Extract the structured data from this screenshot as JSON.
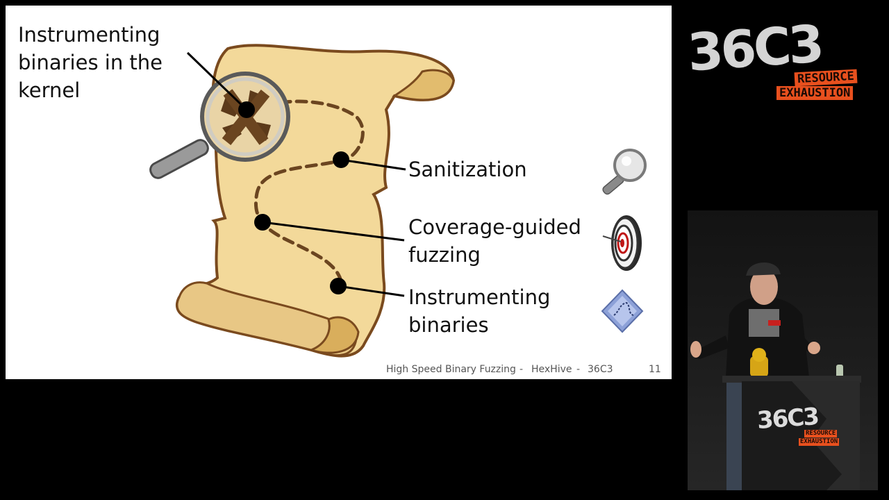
{
  "slide": {
    "labels": {
      "kernel_line1": "Instrumenting",
      "kernel_line2": "binaries in the",
      "kernel_line3": "kernel",
      "sanitization": "Sanitization",
      "coverage_line1": "Coverage-guided",
      "coverage_line2": "fuzzing",
      "instrumenting_line1": "Instrumenting",
      "instrumenting_line2": "binaries"
    },
    "footer": {
      "title": "High Speed Binary Fuzzing",
      "sep1": "-",
      "org": "HexHive",
      "sep2": "-",
      "event": "36C3",
      "page_number": "11"
    },
    "icons": [
      "magnifier-icon",
      "target-icon",
      "binary-map-icon",
      "treasure-map-scroll"
    ]
  },
  "event_logo": {
    "mark": "36C3",
    "sub1": "RESOURCE",
    "sub2": "EXHAUSTION"
  },
  "podium_logo": {
    "mark": "36C3",
    "sub1": "RESOURCE",
    "sub2": "EXHAUSTION"
  },
  "colors": {
    "scroll_fill": "#f3d99a",
    "scroll_shadow": "#e2bc6e",
    "scroll_outline": "#7a4a1e",
    "accent_orange": "#e8501e",
    "slide_bg": "#ffffff",
    "page_bg": "#000000"
  }
}
